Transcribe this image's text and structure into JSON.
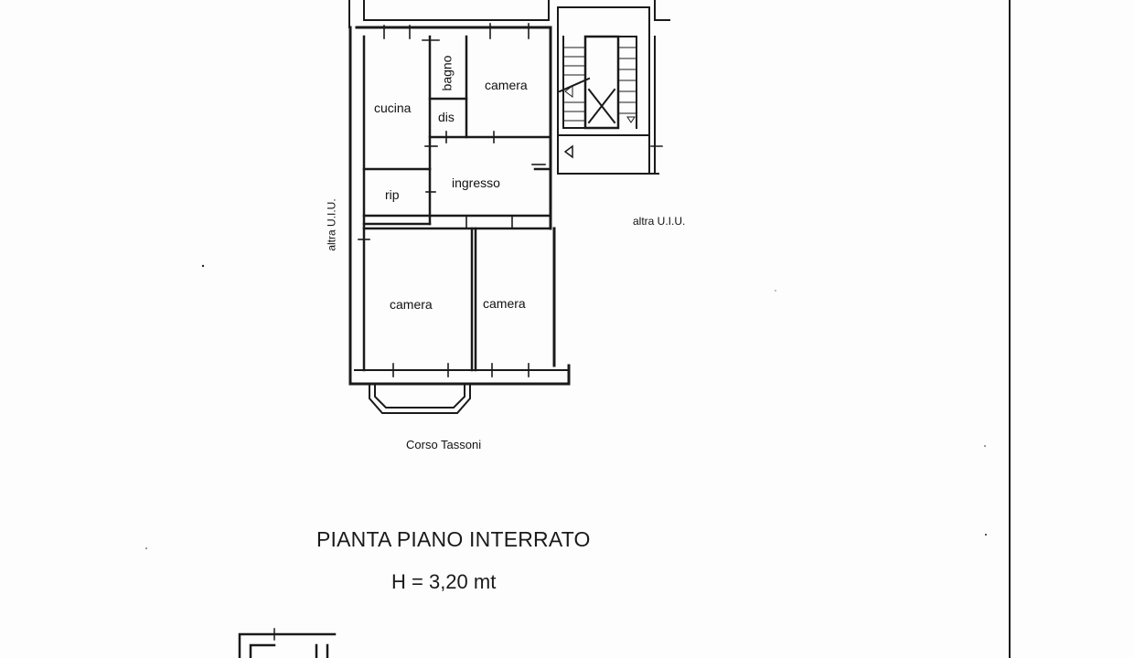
{
  "rooms": {
    "cucina": "cucina",
    "bagno": "bagno",
    "camera_top": "camera",
    "dis": "dis",
    "ingresso": "ingresso",
    "rip": "rip",
    "camera_left": "camera",
    "camera_right": "camera"
  },
  "labels": {
    "altra_uiu_left": "altra U.I.U.",
    "altra_uiu_right": "altra U.I.U.",
    "street": "Corso Tassoni"
  },
  "titles": {
    "floor_title": "PIANTA PIANO INTERRATO",
    "height": "H = 3,20 mt"
  },
  "colors": {
    "wall": "#1a1a1a",
    "paper": "#fdfdfd"
  }
}
